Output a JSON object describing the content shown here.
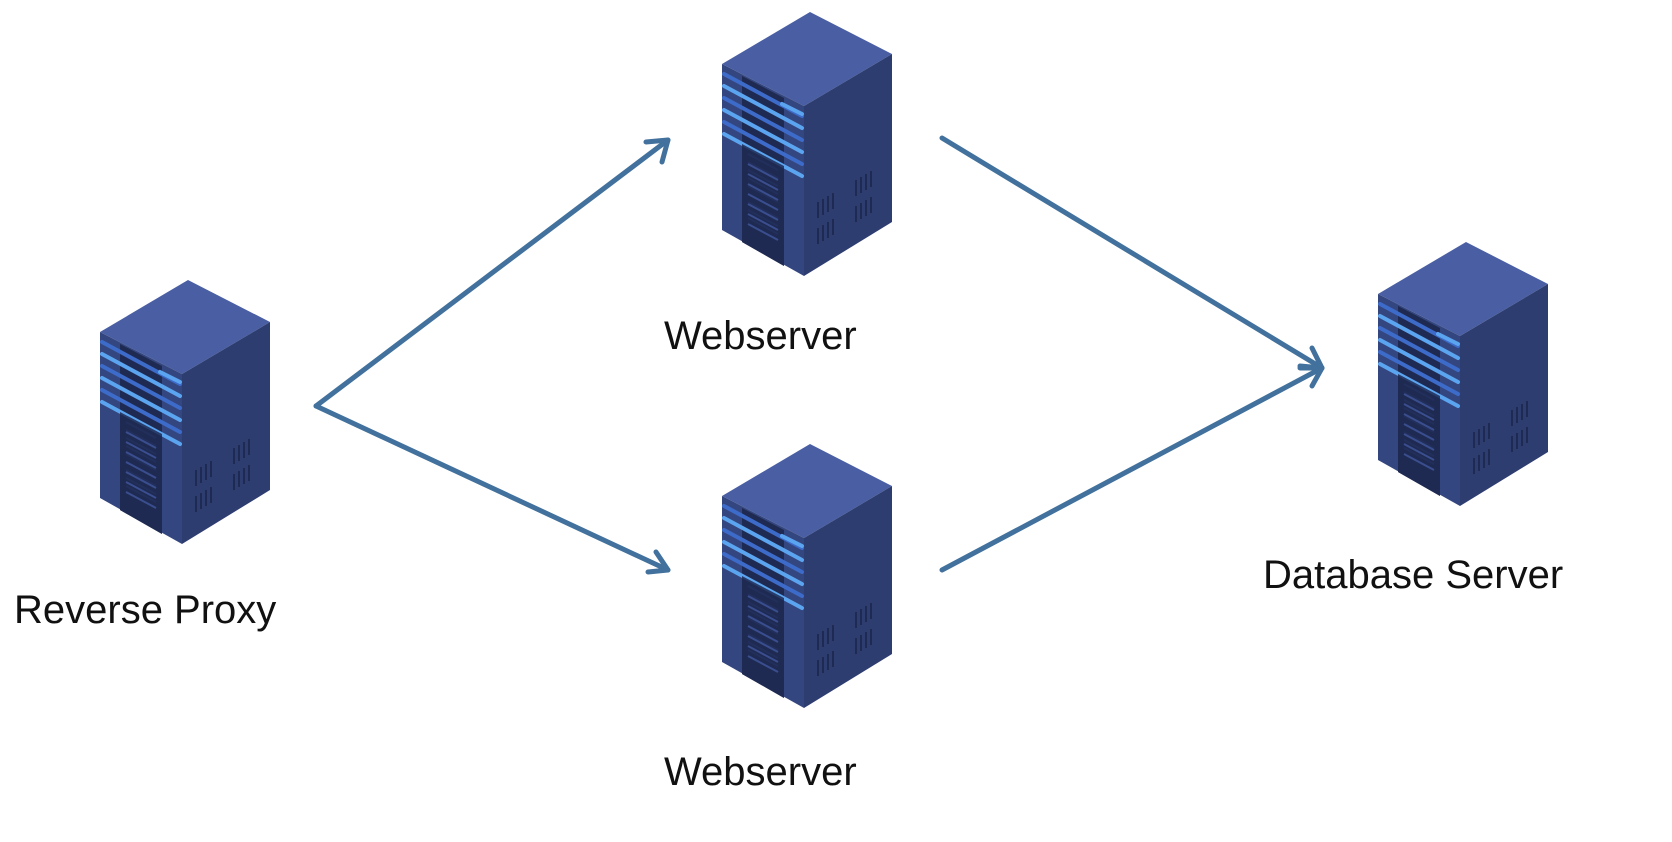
{
  "colors": {
    "arrow": "#41719C",
    "server_front": "#3A4E8F",
    "server_side": "#2E3D70",
    "server_top": "#4A5FA3",
    "server_slot": "#1F2A52",
    "server_light": "#5BA4F0",
    "server_light_dark": "#3D6BC9"
  },
  "nodes": {
    "proxy": {
      "label": "Reverse Proxy",
      "icon": "server-icon"
    },
    "web1": {
      "label": "Webserver",
      "icon": "server-icon"
    },
    "web2": {
      "label": "Webserver",
      "icon": "server-icon"
    },
    "db": {
      "label": "Database Server",
      "icon": "server-icon"
    }
  },
  "edges": [
    {
      "from": "proxy",
      "to": "web1"
    },
    {
      "from": "proxy",
      "to": "web2"
    },
    {
      "from": "web1",
      "to": "db"
    },
    {
      "from": "web2",
      "to": "db"
    }
  ]
}
